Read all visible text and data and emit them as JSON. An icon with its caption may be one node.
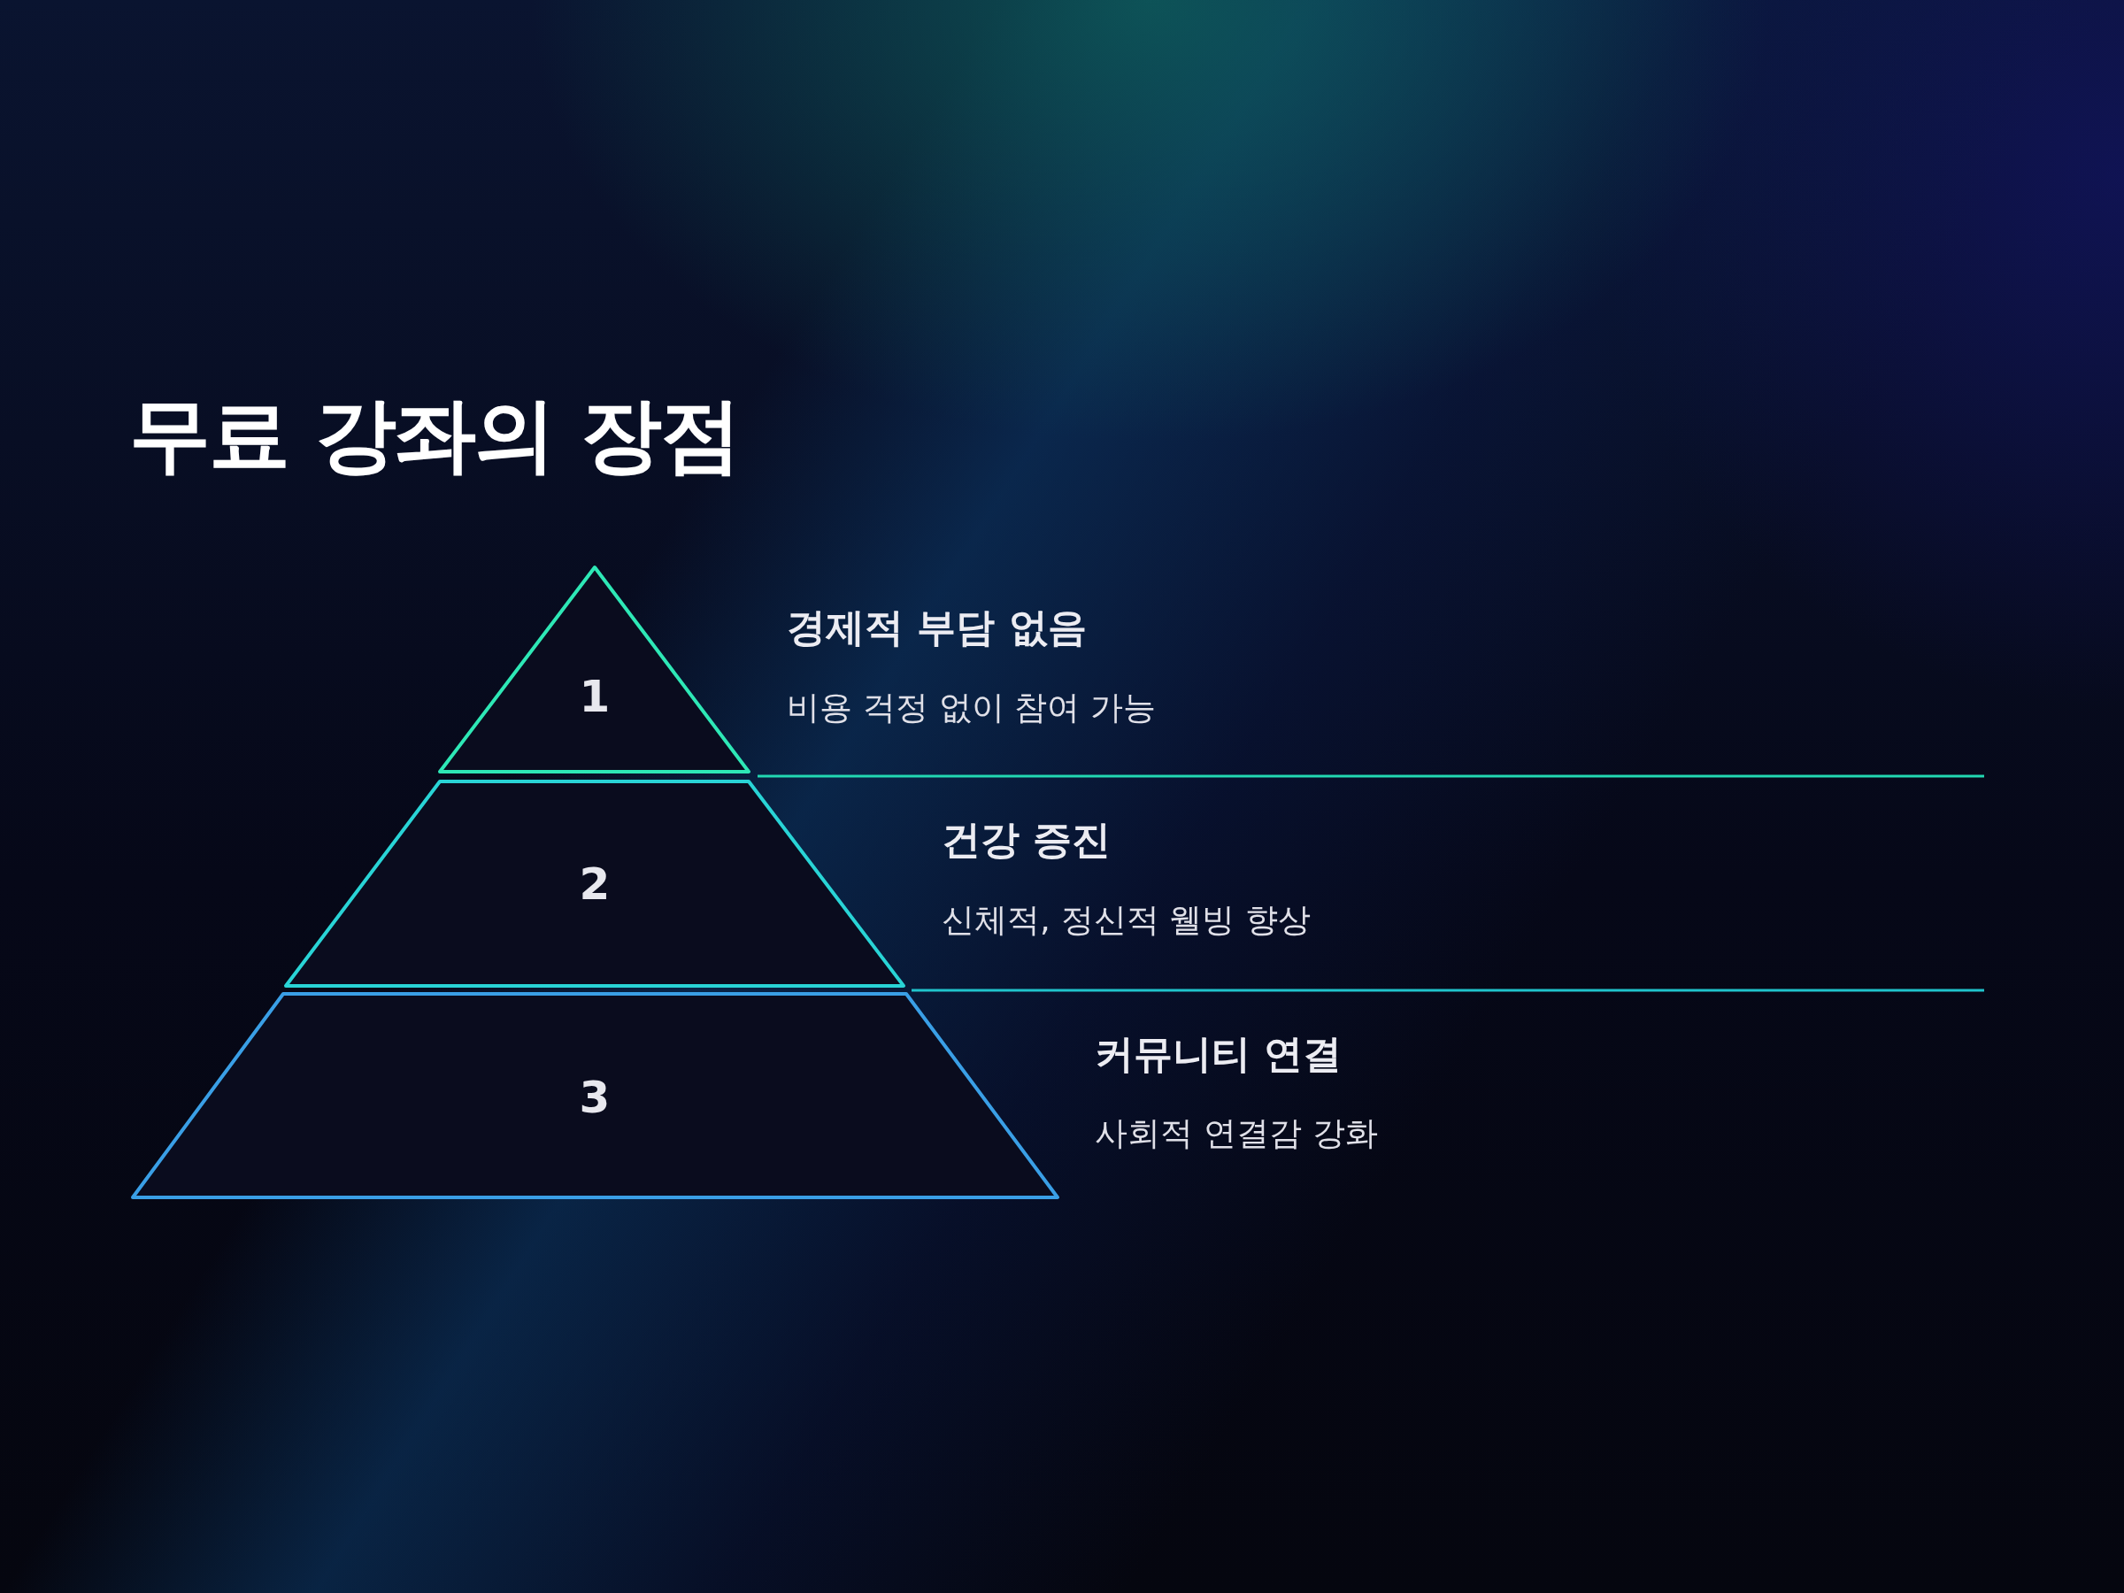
{
  "diagram": {
    "title": "무료 강좌의 장점",
    "nodes": [
      {
        "text": [
          "1"
        ],
        "beside": [
          "경제적 부담 없음",
          "비용 걱정 없이 참여 가능"
        ]
      },
      {
        "text": [
          "2"
        ],
        "beside": [
          "건강 증진",
          "신체적, 정신적 웰빙 향상"
        ]
      },
      {
        "text": [
          "3"
        ],
        "beside": [
          "커뮤니티 연결",
          "사회적 연결감 강화"
        ]
      }
    ]
  }
}
